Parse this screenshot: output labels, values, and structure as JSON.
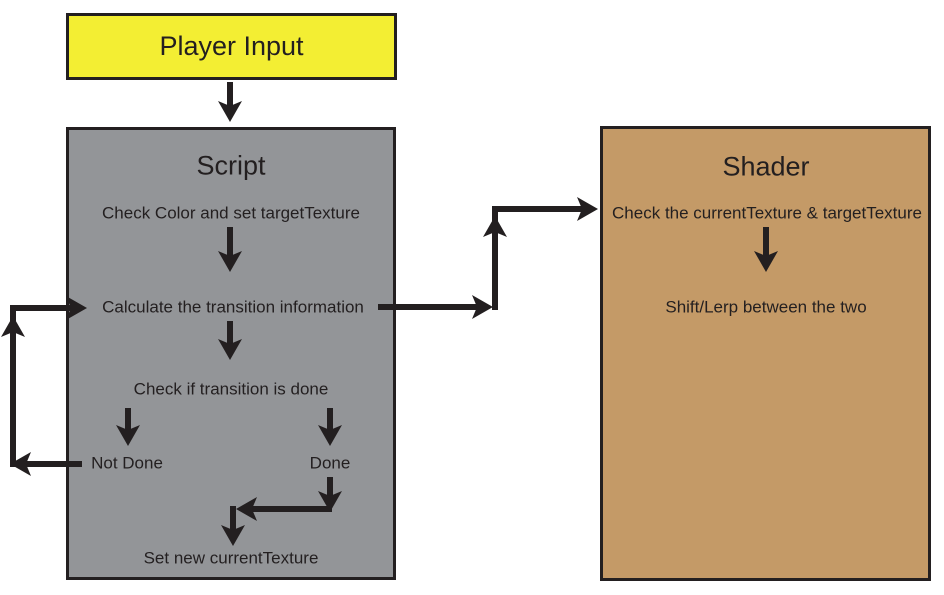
{
  "colors": {
    "player_fill": "#f3ee33",
    "script_fill": "#939598",
    "shader_fill": "#c49a67",
    "ink": "#231f20",
    "bg": "#ffffff"
  },
  "player_input": {
    "label": "Player Input"
  },
  "script": {
    "title": "Script",
    "steps": {
      "check_color": "Check Color and set targetTexture",
      "calculate": "Calculate the transition information",
      "check_done": "Check if transition is done",
      "not_done": "Not Done",
      "done": "Done",
      "set_new": "Set new currentTexture"
    }
  },
  "shader": {
    "title": "Shader",
    "steps": {
      "check_textures": "Check the currentTexture & targetTexture",
      "shift_lerp": "Shift/Lerp between the two"
    }
  }
}
